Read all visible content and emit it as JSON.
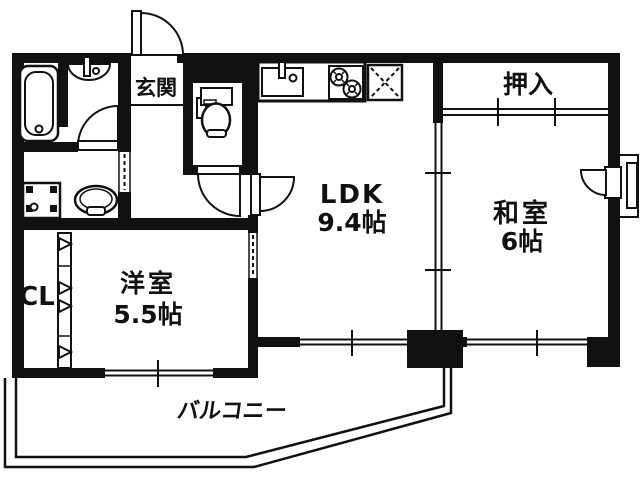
{
  "plan": {
    "rooms": {
      "genkan": {
        "label": "玄関"
      },
      "ldk": {
        "label": "LDK",
        "size": "9.4帖"
      },
      "washitsu": {
        "label": "和室",
        "size": "6帖"
      },
      "oshiire": {
        "label": "押入"
      },
      "yoshitsu": {
        "label": "洋室",
        "size": "5.5帖"
      },
      "closet": {
        "label": "CL"
      },
      "balcony": {
        "label": "バルコニー"
      }
    },
    "fixtures": [
      "bathtub-icon",
      "washbasin-icon",
      "washing-machine-pan-icon",
      "vanity-sink-icon",
      "toilet-icon",
      "kitchen-sink-icon",
      "gas-stove-icon",
      "refrigerator-space-icon",
      "entrance-door-icon",
      "hinged-door-icon",
      "accordion-door-icon",
      "bifold-closet-door-icon",
      "sliding-door-icon",
      "sliding-window-icon",
      "balcony-fence-icon"
    ],
    "colors": {
      "wall": "#111111",
      "background": "#ffffff"
    }
  }
}
